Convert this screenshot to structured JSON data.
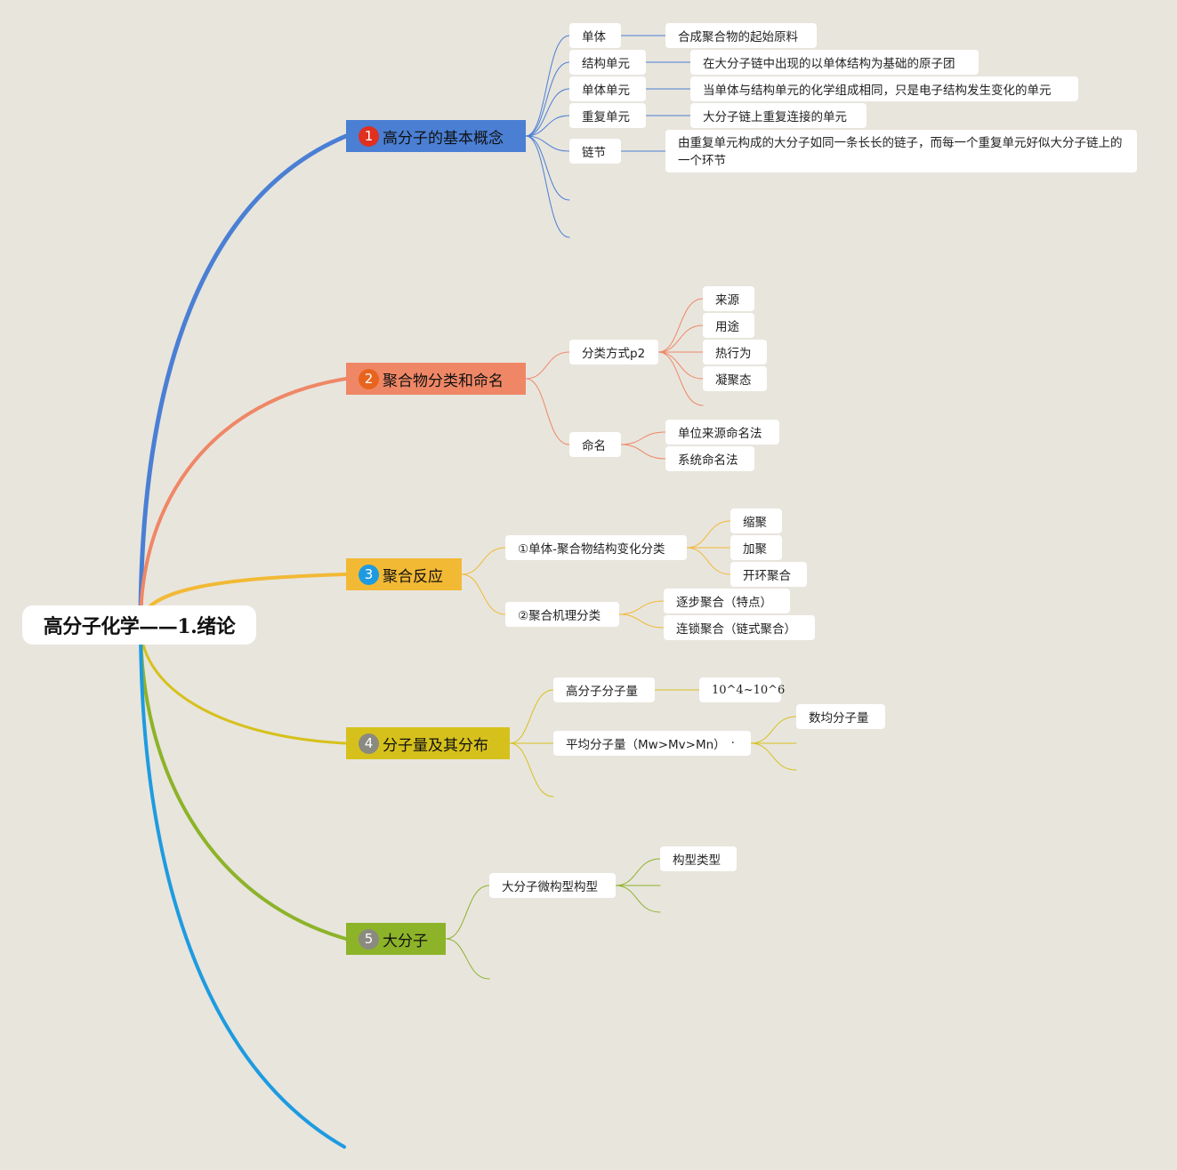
{
  "root": {
    "title": "高分子化学——1.绪论"
  },
  "colors": {
    "branch1": "#4a7fd4",
    "branch2": "#ef8766",
    "branch3": "#f2b935",
    "branch4": "#d6c11c",
    "branch5": "#8db329",
    "extra": "#1e9be0"
  },
  "branches": [
    {
      "number": "1",
      "label": "高分子的基本概念",
      "children": [
        {
          "label": "单体",
          "detail": "合成聚合物的起始原料"
        },
        {
          "label": "结构单元",
          "detail": "在大分子链中出现的以单体结构为基础的原子团"
        },
        {
          "label": "单体单元",
          "detail": "当单体与结构单元的化学组成相同，只是电子结构发生变化的单元"
        },
        {
          "label": "重复单元",
          "detail": "大分子链上重复连接的单元"
        },
        {
          "label": "链节",
          "detail": "由重复单元构成的大分子如同一条长长的链子，而每一个重复单元好似大分子链上的一个环节"
        }
      ]
    },
    {
      "number": "2",
      "label": "聚合物分类和命名",
      "children": [
        {
          "label": "分类方式p2",
          "items": [
            "来源",
            "用途",
            "热行为",
            "凝聚态"
          ]
        },
        {
          "label": "命名",
          "items": [
            "单位来源命名法",
            "系统命名法"
          ]
        }
      ]
    },
    {
      "number": "3",
      "label": "聚合反应",
      "children": [
        {
          "label": "①单体-聚合物结构变化分类",
          "items": [
            "缩聚",
            "加聚",
            "开环聚合"
          ]
        },
        {
          "label": "②聚合机理分类",
          "items": [
            "逐步聚合（特点）",
            "连锁聚合（链式聚合）"
          ]
        }
      ]
    },
    {
      "number": "4",
      "label": "分子量及其分布",
      "children": [
        {
          "label": "高分子分子量",
          "items": [
            "10^4~10^6"
          ]
        },
        {
          "label": "平均分子量（Mw>Mv>Mn）",
          "items": [
            "数均分子量"
          ]
        }
      ]
    },
    {
      "number": "5",
      "label": "大分子",
      "children": [
        {
          "label": "大分子微构型构型",
          "items": [
            "构型类型"
          ]
        }
      ]
    }
  ]
}
